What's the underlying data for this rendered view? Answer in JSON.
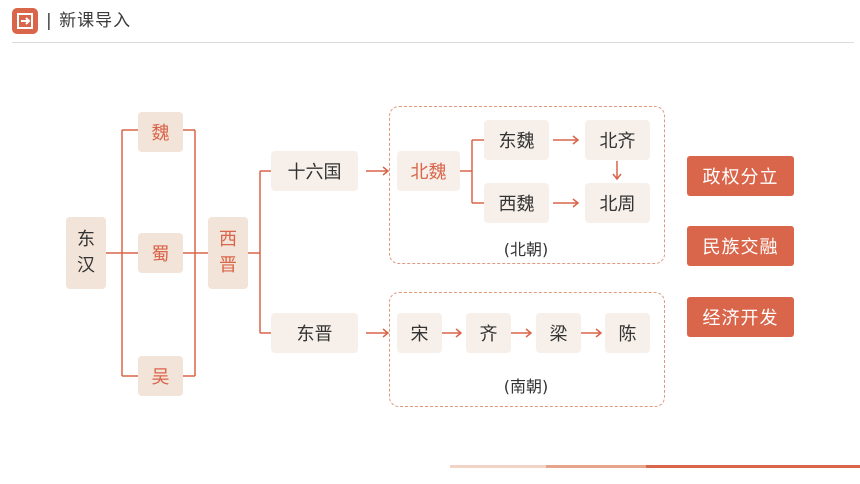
{
  "header": {
    "title": "| 新课导入"
  },
  "nodes": {
    "donghan": [
      "东",
      "汉"
    ],
    "wei": "魏",
    "shu": "蜀",
    "wu": "吴",
    "xijin": [
      "西",
      "晋"
    ],
    "shiliuguo": "十六国",
    "dongjin": "东晋",
    "beiwei": "北魏",
    "dongwei": "东魏",
    "xiwei": "西魏",
    "beiqi": "北齐",
    "beizhou": "北周",
    "song": "宋",
    "qi": "齐",
    "liang": "梁",
    "chen": "陈"
  },
  "groups": {
    "north_label": "(北朝)",
    "south_label": "(南朝)"
  },
  "tags": [
    "政权分立",
    "民族交融",
    "经济开发"
  ],
  "colors": {
    "accent": "#d9654a",
    "beige": "#f2e4d8",
    "light": "#f7f0ea",
    "dashed": "#e0987f"
  }
}
